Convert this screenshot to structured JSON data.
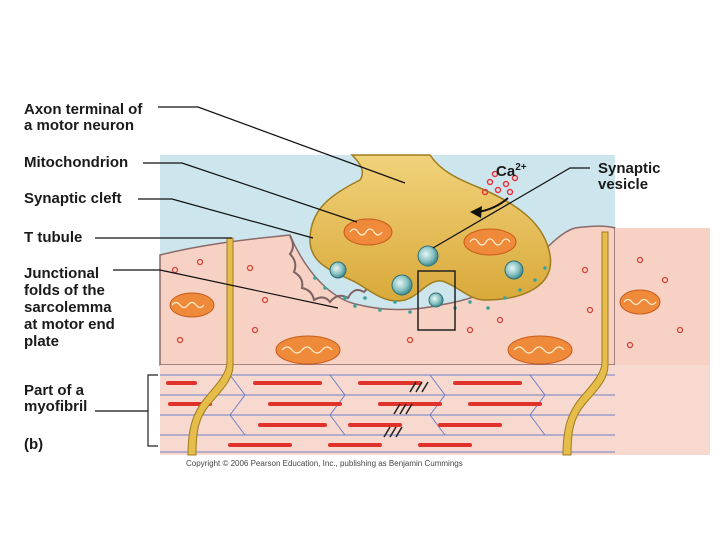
{
  "labels": {
    "axon_terminal": [
      "Axon terminal of",
      "a motor neuron"
    ],
    "mitochondrion": "Mitochondrion",
    "synaptic_cleft": "Synaptic cleft",
    "t_tubule": "T tubule",
    "junctional_folds": [
      "Junctional",
      "folds of the",
      "sarcolemma",
      "at motor end",
      "plate"
    ],
    "myofibril": [
      "Part of a",
      "myofibril"
    ],
    "panel": "(b)",
    "calcium": "Ca",
    "calcium_charge": "2+",
    "synaptic_vesicle": [
      "Synaptic",
      "vesicle"
    ]
  },
  "copyright": "Copyright © 2006 Pearson Education, Inc., publishing as Benjamin Cummings",
  "colors": {
    "cleft": "#cde6ee",
    "muscle": "#f6d1c4",
    "terminal": "#e6bd4a",
    "mitochondria": "#f08a3b",
    "myofibril_red": "#e0312a",
    "vesicle": "#8cc4c4",
    "calcium": "#e8343a"
  }
}
